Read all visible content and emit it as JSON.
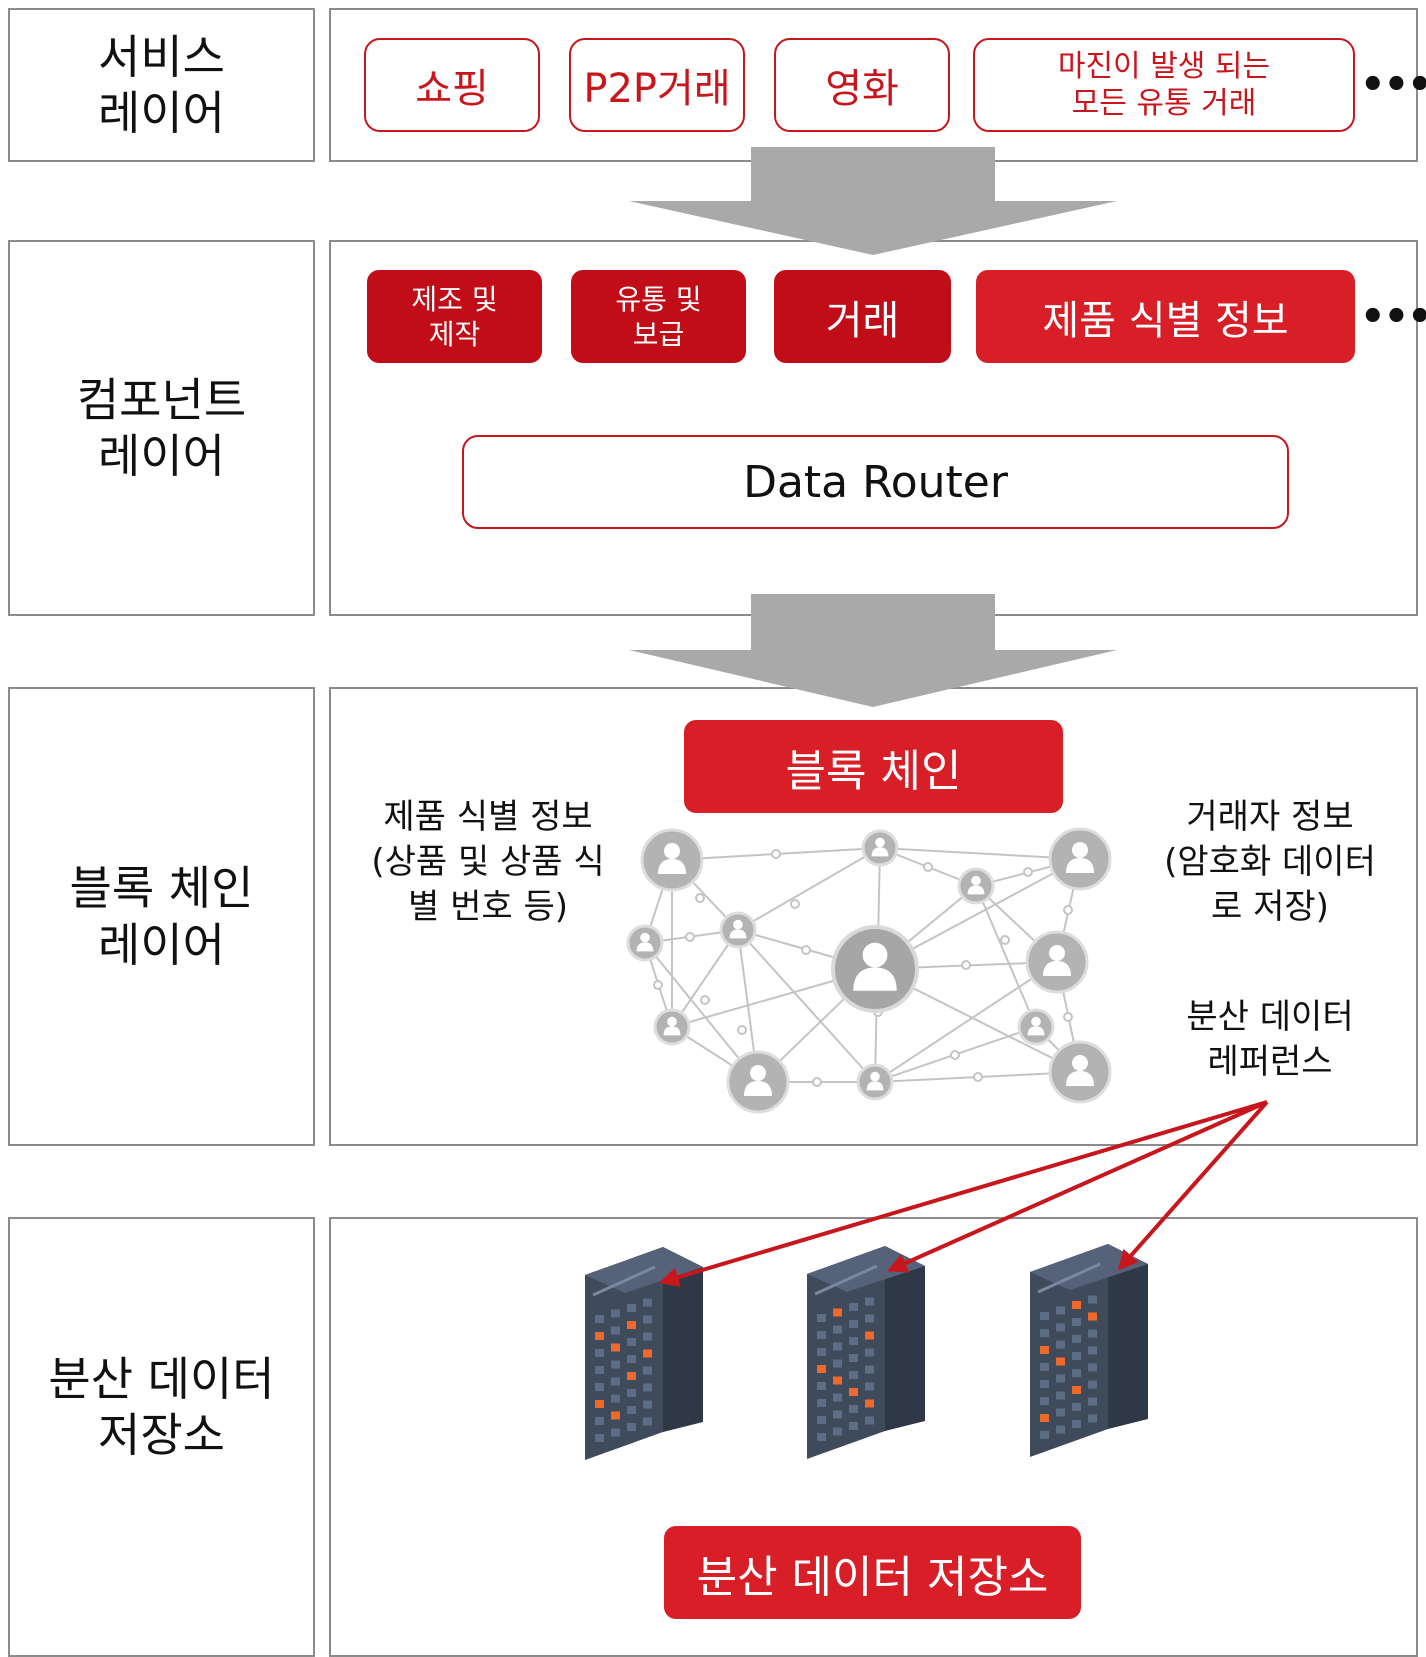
{
  "layers": [
    {
      "label": "서비스\n레이어"
    },
    {
      "label": "컴포넌트\n레이어"
    },
    {
      "label": "블록 체인\n레이어"
    },
    {
      "label": "분산 데이터\n저장소"
    }
  ],
  "service": {
    "items": [
      "쇼핑",
      "P2P거래",
      "영화",
      "마진이 발생 되는\n모든 유통 거래"
    ],
    "more": "•••"
  },
  "component": {
    "items": [
      "제조 및\n제작",
      "유통 및\n보급",
      "거래",
      "제품 식별 정보"
    ],
    "more": "•••",
    "router": "Data Router"
  },
  "blockchain": {
    "title": "블록 체인",
    "left_info": "제품 식별 정보\n(상품 및 상품 식\n별 번호 등)",
    "right_info": "거래자 정보\n(암호화 데이터\n로 저장)",
    "ref_info": "분산 데이터\n레퍼런스"
  },
  "storage": {
    "title": "분산 데이터 저장소"
  },
  "colors": {
    "accent_red": "#c8161d",
    "arrow_gray": "#a9a9a9",
    "server_body": "#3f4a5a",
    "server_window_orange": "#ef6a2a"
  }
}
